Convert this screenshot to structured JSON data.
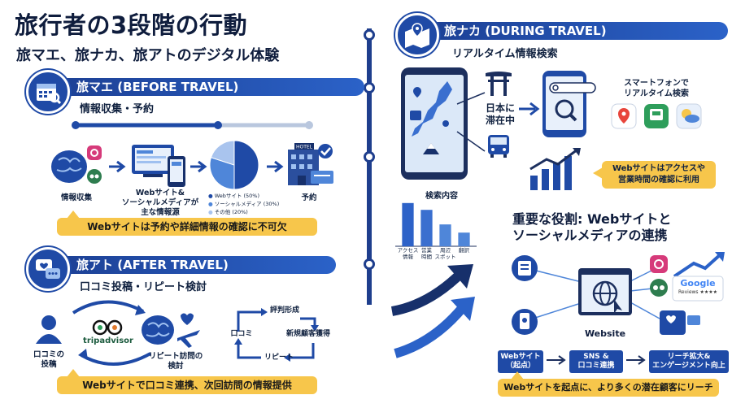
{
  "header": {
    "title": "旅行者の3段階の行動",
    "subtitle": "旅マエ、旅ナカ、旅アトのデジタル体験"
  },
  "before": {
    "band_title": "旅マエ (BEFORE TRAVEL)",
    "subtitle": "情報収集・予約",
    "step1": "情報収集",
    "step2": "Webサイト&\nソーシャルメディアが\n主な情報源",
    "step3": "予約",
    "hotel_sign": "HOTEL",
    "note": "Webサイトは予約や詳細情報の確認に不可欠",
    "pie": {
      "slices": [
        {
          "label": "Webサイト (50%)",
          "value": 50,
          "color": "#1f4aa6"
        },
        {
          "label": "ソーシャルメディア (30%)",
          "value": 30,
          "color": "#4f86d9"
        },
        {
          "label": "その他 (20%)",
          "value": 20,
          "color": "#a9c4ee"
        }
      ]
    }
  },
  "during": {
    "band_title": "旅ナカ (DURING TRAVEL)",
    "subtitle": "リアルタイム情報検索",
    "in_japan": "日本に\n滞在中",
    "smartphone_label": "スマートフォンで\nリアルタイム検索",
    "note": "Webサイトはアクセスや\n営業時間の確認に利用",
    "chart_title": "検索内容"
  },
  "chart_data": {
    "type": "bar",
    "title": "検索内容",
    "categories": [
      "アクセス\n情報",
      "営業\n時間",
      "周辺\nスポット",
      "翻訳"
    ],
    "values": [
      95,
      80,
      48,
      30
    ],
    "ylim": [
      0,
      100
    ],
    "color": "#2d62c8"
  },
  "role": {
    "title": "重要な役割: Webサイトと\nソーシャルメディアの連携",
    "website_label": "Website",
    "google_label": "Google",
    "google_sub": "Reviews ★★★★",
    "flow": [
      "Webサイト\n（起点）",
      "SNS &\n口コミ連携",
      "リーチ拡大&\nエンゲージメント向上"
    ],
    "note": "Webサイトを起点に、より多くの潜在顧客にリーチ"
  },
  "after": {
    "band_title": "旅アト (AFTER TRAVEL)",
    "subtitle": "口コミ投稿・リピート検討",
    "post_label": "口コミの\n投稿",
    "tripadvisor": "tripadvisor",
    "repeat_label": "リピート訪問の\n検討",
    "cycle": [
      "評判形成",
      "新規顧客獲得",
      "リピート",
      "口コミ"
    ],
    "note": "Webサイトで口コミ連携、次回訪問の情報提供"
  },
  "colors": {
    "navy": "#17306b",
    "blue": "#1f4aa6",
    "yellow": "#f7c64b"
  }
}
